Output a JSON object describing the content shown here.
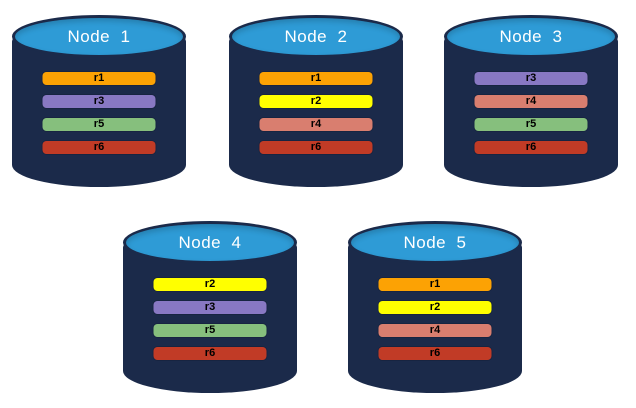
{
  "diagram_title": "replica-distribution-diagram",
  "colors": {
    "cylinder_body": "#1B2A4A",
    "cylinder_top": "#2E9BD6",
    "cylinder_top_border": "#1B2A4A",
    "title_text": "#FFFFFF",
    "bar_text": "#000000",
    "replica_colors": {
      "r1": "#FCA204",
      "r2": "#FFFF00",
      "r3": "#8878C3",
      "r4": "#D97E6F",
      "r5": "#86BF7D",
      "r6": "#C13B26"
    }
  },
  "nodes": [
    {
      "title": "Node  1",
      "replicas": [
        "r1",
        "r3",
        "r5",
        "r6"
      ]
    },
    {
      "title": "Node  2",
      "replicas": [
        "r1",
        "r2",
        "r4",
        "r6"
      ]
    },
    {
      "title": "Node  3",
      "replicas": [
        "r3",
        "r4",
        "r5",
        "r6"
      ]
    },
    {
      "title": "Node  4",
      "replicas": [
        "r2",
        "r3",
        "r5",
        "r6"
      ]
    },
    {
      "title": "Node  5",
      "replicas": [
        "r1",
        "r2",
        "r4",
        "r6"
      ]
    }
  ]
}
